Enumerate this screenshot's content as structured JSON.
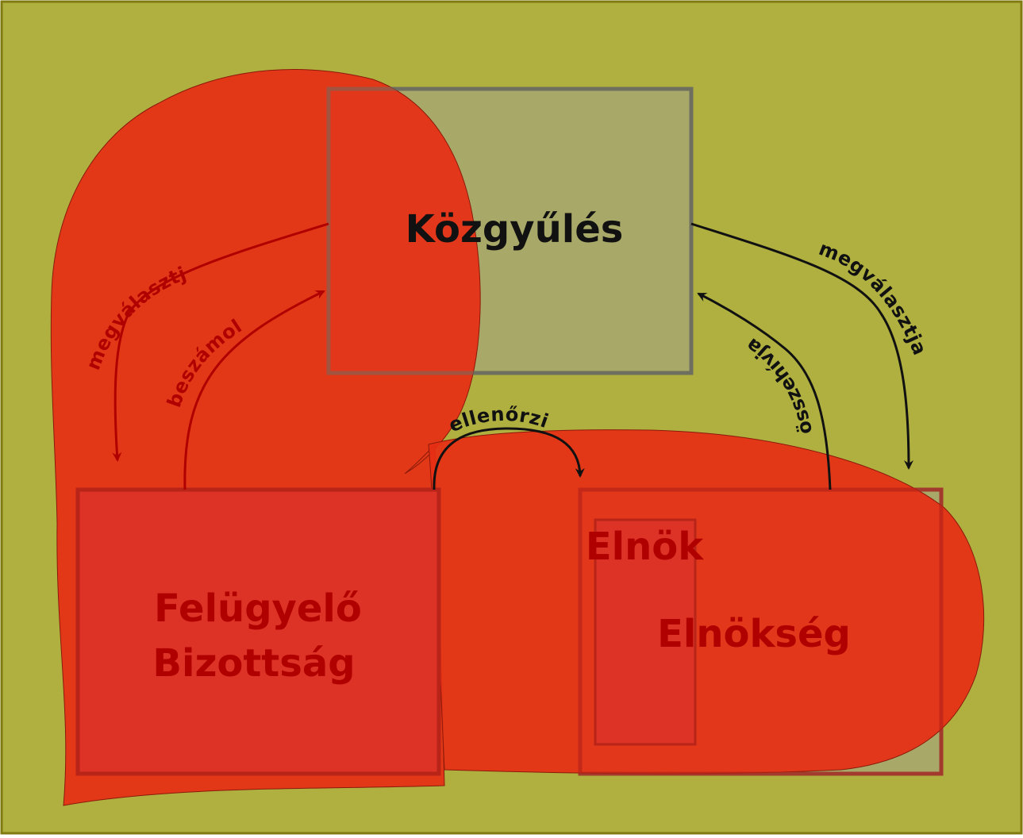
{
  "diagram": {
    "nodes": {
      "kozgyules": {
        "label": "Közgyűlés"
      },
      "felugyelo": {
        "lines": [
          "Felügyelő",
          "Bizottság"
        ]
      },
      "elnokseg": {
        "label": "Elnökség"
      },
      "elnok": {
        "label": "Elnök"
      }
    },
    "edges": {
      "megvalasztja_left": {
        "label": "megválasztja"
      },
      "beszamol": {
        "label": "beszámol"
      },
      "ellenorzi": {
        "label": "ellenőrzi"
      },
      "osszehivja": {
        "label": "összehívja"
      },
      "megvalasztja_right": {
        "label": "megválasztja"
      }
    }
  },
  "colors": {
    "background": "#b0b040",
    "border": "#807a10",
    "box_fill": "#a8a868",
    "box_stroke": "#707060",
    "shape_red": "#e62e14",
    "text_dark": "#111111",
    "text_red": "#b00000"
  }
}
